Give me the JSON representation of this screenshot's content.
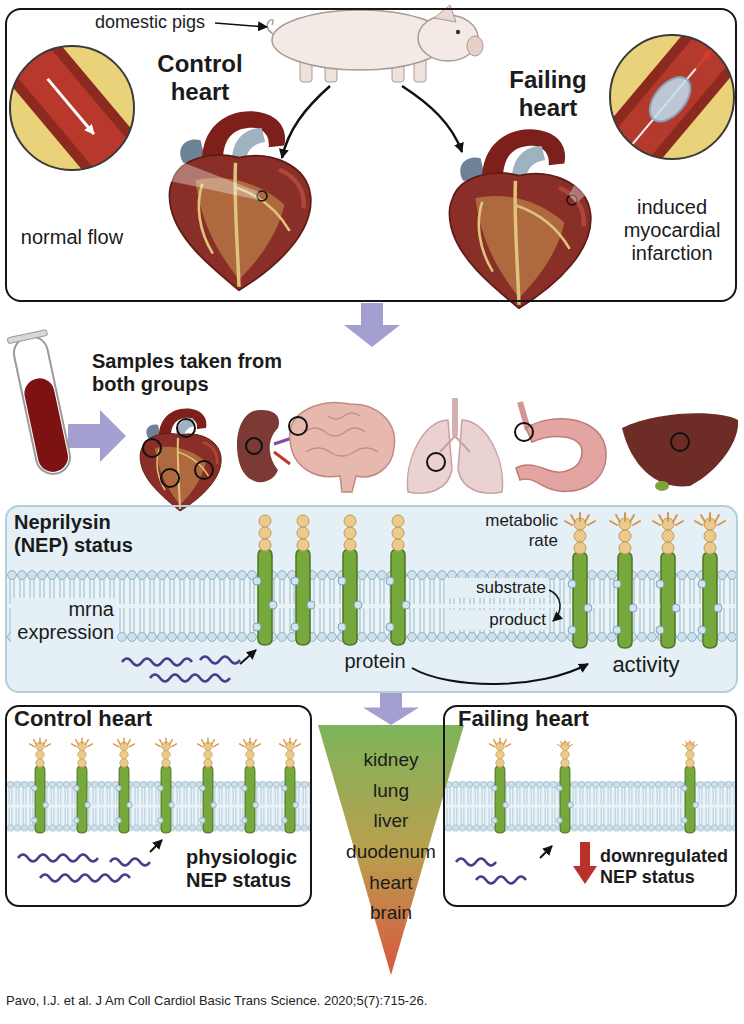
{
  "diagram": {
    "caption": "Pavo, I.J. et al. J Am Coll Cardiol Basic Trans Science. 2020;5(7):715-26.",
    "nodes": [
      {
        "text": [
          "domestic pigs",
          "Control heart",
          "Failing heart"
        ]
      },
      {
        "text": [
          "normal flow"
        ],
        "in": 0
      },
      {
        "text": [
          "induced myocardial infarction"
        ],
        "in": 0
      },
      {
        "text": [
          "Neprilysin (NEP) status",
          "metabolic rate",
          "substrate",
          "product",
          "mrna expression",
          "protein",
          "activity"
        ]
      },
      {
        "text": [
          "Control heart",
          "physiologic NEP status"
        ]
      },
      {
        "text": [
          "kidney",
          "lung",
          "liver",
          "duodenum",
          "heart",
          "brain"
        ]
      },
      {
        "text": [
          "Failing heart",
          "downregulated NEP status"
        ]
      }
    ],
    "edges": [
      {
        "from": 3,
        "to": 5,
        "arrow": "to"
      }
    ],
    "labels": [
      "Samples taken from both groups"
    ]
  }
}
